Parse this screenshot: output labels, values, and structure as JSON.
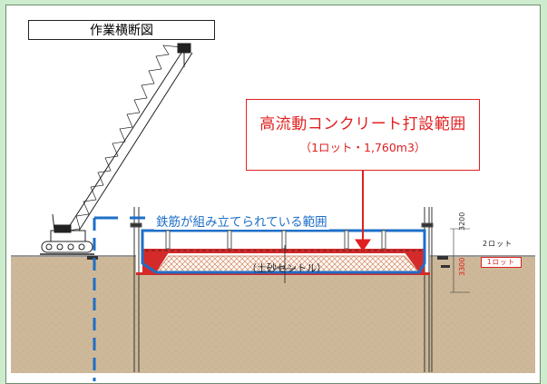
{
  "diagram": {
    "title": "作業横断図",
    "callout_main": "高流動コンクリート打設範囲",
    "callout_sub": "（1ロット・1,760m3）",
    "rebar_label": "鉄筋が組み立てられている範囲",
    "soil_label": "（土砂セントル）",
    "lot2_label": "2ロット",
    "lot1_label": "1ロット",
    "dim_upper": "3200",
    "dim_lower": "3300",
    "colors": {
      "callout": "#e02020",
      "rebar": "#1e6fc8",
      "concrete": "#d42a2a",
      "soil": "#cdb899",
      "background": "#cdeccd"
    },
    "icons": [
      "crawler-crane-icon"
    ]
  }
}
